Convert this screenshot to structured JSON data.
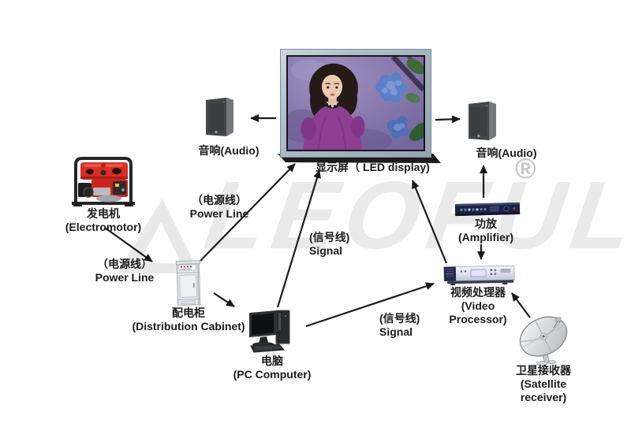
{
  "canvas": {
    "background": "#ffffff",
    "arrow_color": "#1a1a1a"
  },
  "watermark": {
    "logo_text": "LEOFUL",
    "registered_mark": "®",
    "color": "#eaeaea"
  },
  "nodes": {
    "led_display": {
      "label": "显示屏（ LED display)"
    },
    "audio_left": {
      "label": "音响(Audio)"
    },
    "audio_right": {
      "label": "音响(Audio)"
    },
    "generator": {
      "zh": "发电机",
      "en": "(Electromotor)"
    },
    "distribution_cabinet": {
      "zh": "配电柜",
      "en": "(Distribution Cabinet)"
    },
    "pc": {
      "zh": "电脑",
      "en": "(PC  Computer)"
    },
    "amplifier": {
      "zh": "功放",
      "en": "(Amplifier)"
    },
    "video_processor": {
      "zh": "视频处理器",
      "en": "(Video Processor)"
    },
    "satellite_receiver": {
      "zh": "卫星接收器",
      "en": "(Satellite receiver)"
    }
  },
  "edge_labels": {
    "power_line_display": {
      "zh": "（电源线）",
      "en": "Power Line"
    },
    "power_line_generator": {
      "zh": "（电源线）",
      "en": "Power Line"
    },
    "signal_pc_display": {
      "zh": "(信号线)",
      "en": "Signal"
    },
    "signal_pc_processor": {
      "zh": "(信号线)",
      "en": "Signal"
    }
  },
  "connections": [
    {
      "from": "led_display",
      "to": "audio_left"
    },
    {
      "from": "led_display",
      "to": "audio_right"
    },
    {
      "from": "generator",
      "to": "distribution_cabinet",
      "label": "（电源线）Power Line"
    },
    {
      "from": "distribution_cabinet",
      "to": "led_display",
      "label": "（电源线）Power Line"
    },
    {
      "from": "distribution_cabinet",
      "to": "pc"
    },
    {
      "from": "pc",
      "to": "led_display",
      "label": "(信号线) Signal"
    },
    {
      "from": "pc",
      "to": "video_processor",
      "label": "(信号线) Signal"
    },
    {
      "from": "video_processor",
      "to": "led_display"
    },
    {
      "from": "amplifier",
      "to": "audio_right"
    },
    {
      "from": "amplifier",
      "to": "video_processor"
    },
    {
      "from": "satellite_receiver",
      "to": "video_processor"
    }
  ]
}
